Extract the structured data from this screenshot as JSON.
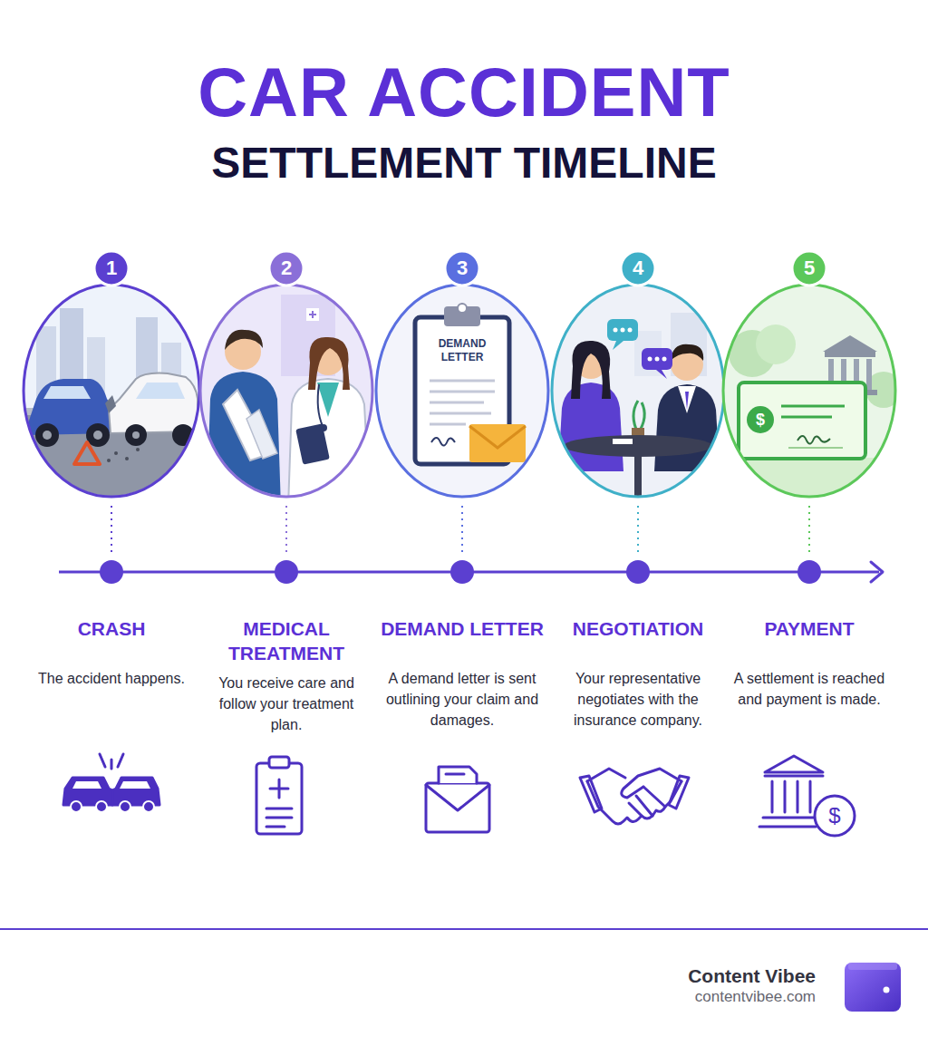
{
  "diagram": {
    "title": "CAR ACCIDENT",
    "nodes": [
      {
        "text": [
          "1"
        ]
      },
      {
        "text": [
          "2"
        ]
      },
      {
        "text": [
          "3"
        ]
      },
      {
        "text": [
          "4"
        ]
      },
      {
        "text": [
          "5"
        ]
      }
    ],
    "labels": [
      "SETTLEMENT TIMELINE",
      "DEMAND LETTER",
      "$",
      "CRASH",
      "The accident happens.",
      "MEDICAL TREATMENT",
      "You receive care and follow your treatment plan.",
      "DEMAND LETTER",
      "A demand letter is sent outlining your claim and damages.",
      "NEGOTIATION",
      "Your representative negotiates with the insurance company.",
      "PAYMENT",
      "A settlement is reached and payment is made.",
      "$",
      "Content Vibee",
      "contentvibee.com"
    ]
  }
}
